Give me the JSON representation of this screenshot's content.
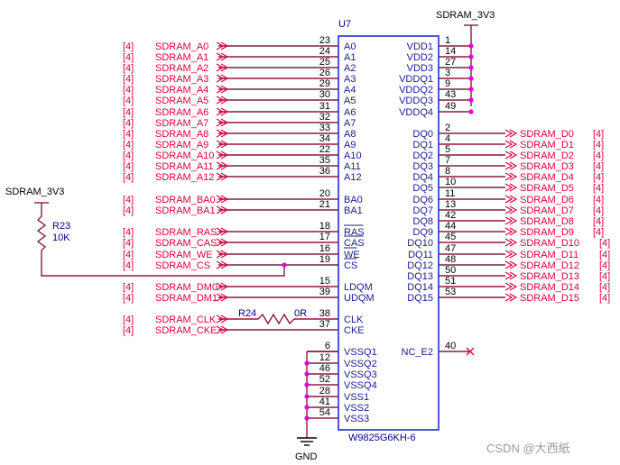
{
  "chip": {
    "ref": "U7",
    "part": "W9825G6KH-6",
    "left_pins": [
      {
        "name": "A0",
        "num": "23"
      },
      {
        "name": "A1",
        "num": "24"
      },
      {
        "name": "A2",
        "num": "25"
      },
      {
        "name": "A3",
        "num": "26"
      },
      {
        "name": "A4",
        "num": "29"
      },
      {
        "name": "A5",
        "num": "30"
      },
      {
        "name": "A6",
        "num": "31"
      },
      {
        "name": "A7",
        "num": "32"
      },
      {
        "name": "A8",
        "num": "33"
      },
      {
        "name": "A9",
        "num": "34"
      },
      {
        "name": "A10",
        "num": "22"
      },
      {
        "name": "A11",
        "num": "35"
      },
      {
        "name": "A12",
        "num": "36"
      },
      {
        "name": "BA0",
        "num": "20"
      },
      {
        "name": "BA1",
        "num": "21"
      },
      {
        "name": "RAS",
        "num": "18",
        "bar": true
      },
      {
        "name": "CAS",
        "num": "17",
        "bar": true
      },
      {
        "name": "WE",
        "num": "16",
        "bar": true
      },
      {
        "name": "CS",
        "num": "19",
        "bar": true
      },
      {
        "name": "LDQM",
        "num": "15"
      },
      {
        "name": "UDQM",
        "num": "39"
      },
      {
        "name": "CLK",
        "num": "38"
      },
      {
        "name": "CKE",
        "num": "37"
      },
      {
        "name": "VSSQ1",
        "num": "6"
      },
      {
        "name": "VSSQ2",
        "num": "12"
      },
      {
        "name": "VSSQ3",
        "num": "46"
      },
      {
        "name": "VSSQ4",
        "num": "52"
      },
      {
        "name": "VSS1",
        "num": "28"
      },
      {
        "name": "VSS2",
        "num": "41"
      },
      {
        "name": "VSS3",
        "num": "54"
      }
    ],
    "right_pins": [
      {
        "name": "VDD1",
        "num": "1"
      },
      {
        "name": "VDD2",
        "num": "14"
      },
      {
        "name": "VDD3",
        "num": "27"
      },
      {
        "name": "VDDQ1",
        "num": "3"
      },
      {
        "name": "VDDQ2",
        "num": "9"
      },
      {
        "name": "VDDQ3",
        "num": "43"
      },
      {
        "name": "VDDQ4",
        "num": "49"
      },
      {
        "name": "DQ0",
        "num": "2"
      },
      {
        "name": "DQ1",
        "num": "4"
      },
      {
        "name": "DQ2",
        "num": "5"
      },
      {
        "name": "DQ3",
        "num": "7"
      },
      {
        "name": "DQ4",
        "num": "8"
      },
      {
        "name": "DQ5",
        "num": "10"
      },
      {
        "name": "DQ6",
        "num": "11"
      },
      {
        "name": "DQ7",
        "num": "13"
      },
      {
        "name": "DQ8",
        "num": "42"
      },
      {
        "name": "DQ9",
        "num": "44"
      },
      {
        "name": "DQ10",
        "num": "45"
      },
      {
        "name": "DQ11",
        "num": "47"
      },
      {
        "name": "DQ12",
        "num": "48"
      },
      {
        "name": "DQ13",
        "num": "50"
      },
      {
        "name": "DQ14",
        "num": "51"
      },
      {
        "name": "DQ15",
        "num": "53"
      },
      {
        "name": "NC_E2",
        "num": "40"
      }
    ]
  },
  "left_signals": [
    {
      "sheet": "[4]",
      "name": "SDRAM_A0"
    },
    {
      "sheet": "[4]",
      "name": "SDRAM_A1"
    },
    {
      "sheet": "[4]",
      "name": "SDRAM_A2"
    },
    {
      "sheet": "[4]",
      "name": "SDRAM_A3"
    },
    {
      "sheet": "[4]",
      "name": "SDRAM_A4"
    },
    {
      "sheet": "[4]",
      "name": "SDRAM_A5"
    },
    {
      "sheet": "[4]",
      "name": "SDRAM_A6"
    },
    {
      "sheet": "[4]",
      "name": "SDRAM_A7"
    },
    {
      "sheet": "[4]",
      "name": "SDRAM_A8"
    },
    {
      "sheet": "[4]",
      "name": "SDRAM_A9"
    },
    {
      "sheet": "[4]",
      "name": "SDRAM_A10"
    },
    {
      "sheet": "[4]",
      "name": "SDRAM_A11"
    },
    {
      "sheet": "[4]",
      "name": "SDRAM_A12"
    },
    {
      "sheet": "[4]",
      "name": "SDRAM_BA0"
    },
    {
      "sheet": "[4]",
      "name": "SDRAM_BA1"
    },
    {
      "sheet": "[4]",
      "name": "SDRAM_RAS"
    },
    {
      "sheet": "[4]",
      "name": "SDRAM_CAS"
    },
    {
      "sheet": "[4]",
      "name": "SDRAM_WE"
    },
    {
      "sheet": "[4]",
      "name": "SDRAM_CS"
    },
    {
      "sheet": "[4]",
      "name": "SDRAM_DM0"
    },
    {
      "sheet": "[4]",
      "name": "SDRAM_DM1"
    },
    {
      "sheet": "[4]",
      "name": "SDRAM_CLK"
    },
    {
      "sheet": "[4]",
      "name": "SDRAM_CKE"
    }
  ],
  "right_signals": [
    {
      "name": "SDRAM_D0",
      "sheet": "[4]"
    },
    {
      "name": "SDRAM_D1",
      "sheet": "[4]"
    },
    {
      "name": "SDRAM_D2",
      "sheet": "[4]"
    },
    {
      "name": "SDRAM_D3",
      "sheet": "[4]"
    },
    {
      "name": "SDRAM_D4",
      "sheet": "[4]"
    },
    {
      "name": "SDRAM_D5",
      "sheet": "[4]"
    },
    {
      "name": "SDRAM_D6",
      "sheet": "[4]"
    },
    {
      "name": "SDRAM_D7",
      "sheet": "[4]"
    },
    {
      "name": "SDRAM_D8",
      "sheet": "[4]"
    },
    {
      "name": "SDRAM_D9",
      "sheet": "[4]"
    },
    {
      "name": "SDRAM_D10",
      "sheet": "[4]"
    },
    {
      "name": "SDRAM_D11",
      "sheet": "[4]"
    },
    {
      "name": "SDRAM_D12",
      "sheet": "[4]"
    },
    {
      "name": "SDRAM_D13",
      "sheet": "[4]"
    },
    {
      "name": "SDRAM_D14",
      "sheet": "[4]"
    },
    {
      "name": "SDRAM_D15",
      "sheet": "[4]"
    }
  ],
  "power": {
    "top_net": "SDRAM_3V3",
    "left_net": "SDRAM_3V3",
    "ground": "GND"
  },
  "resistors": {
    "r23": {
      "ref": "R23",
      "value": "10K"
    },
    "r24": {
      "ref": "R24",
      "value": "0R"
    }
  },
  "watermark": "CSDN @大西紙",
  "colors": {
    "signal": "#e0003a",
    "wire": "#8a1b3c",
    "chip_border": "#1f2fd0",
    "junction": "#e000e0",
    "pin_name": "#1a1a8c",
    "pin_number": "#000000",
    "no_connect": "#e0003a"
  }
}
